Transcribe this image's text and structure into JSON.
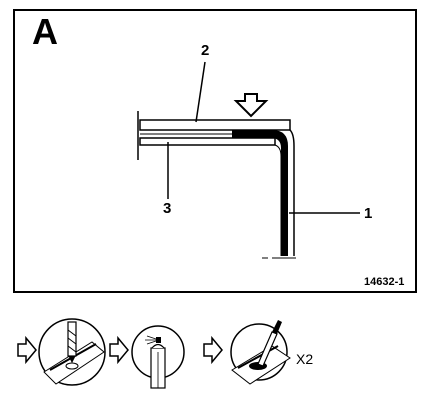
{
  "figure": {
    "panel_letter": "A",
    "callouts": {
      "item_1": "1",
      "item_2": "2",
      "item_3": "3"
    },
    "reference_code": "14632-1"
  },
  "procedure_strip": {
    "steps": [
      "drill-icon",
      "spray-can-icon",
      "brush-icon"
    ],
    "repeat_label": "X2"
  },
  "colors": {
    "ink": "#000000",
    "background": "#ffffff"
  }
}
